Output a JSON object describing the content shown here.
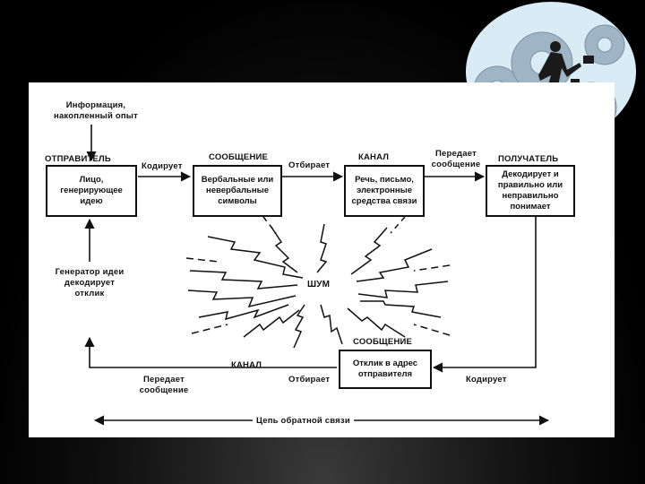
{
  "diagram": {
    "info_source": "Информация,\nнакопленный опыт",
    "sender": {
      "heading": "ОТПРАВИТЕЛЬ",
      "box": "Лицо,\nгенерирующее\nидею"
    },
    "message": {
      "heading": "СООБЩЕНИЕ",
      "box": "Вербальные или\nневербальные\nсимволы"
    },
    "channel": {
      "heading": "КАНАЛ",
      "box": "Речь, письмо,\nэлектронные\nсредства связи"
    },
    "receiver": {
      "heading": "ПОЛУЧАТЕЛЬ",
      "box": "Декодирует и\nправильно или\nнеправильно\nпонимает"
    },
    "arrows": {
      "encodes": "Кодирует",
      "selects": "Отбирает",
      "transmits": "Передает\nсообщение"
    },
    "noise": "ШУМ",
    "feedback": {
      "idea_generator": "Генератор идеи\nдекодирует\nотклик",
      "message_heading": "СООБЩЕНИЕ",
      "message_box": "Отклик в адрес\nотправителя",
      "encodes": "Кодирует",
      "selects": "Отбирает",
      "channel": "КАНАЛ",
      "transmits": "Передает\nсообщение",
      "loop_label": "Цепь обратной связи"
    }
  },
  "colors": {
    "background": "#000000",
    "card": "#ffffff",
    "ink": "#111111",
    "gear": "#9fb4c4",
    "sky": "#cfe3f0"
  },
  "decor_icons": [
    "gear-icon",
    "businessman-running-icon"
  ]
}
